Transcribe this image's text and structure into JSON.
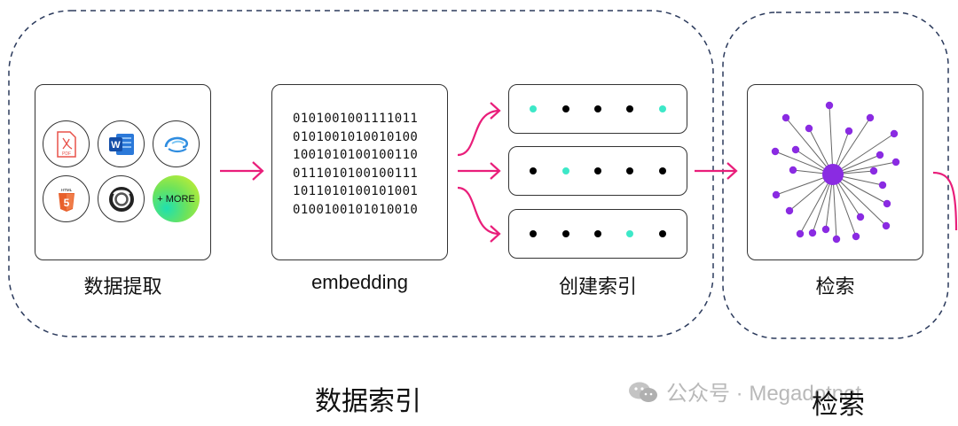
{
  "groups": {
    "indexing_title": "数据索引",
    "retrieval_title": "检索"
  },
  "steps": {
    "extract_label": "数据提取",
    "embedding_label": "embedding",
    "index_label": "创建索引",
    "retrieve_label": "检索"
  },
  "file_icons": [
    {
      "name": "pdf-icon",
      "text": "PDF"
    },
    {
      "name": "word-icon",
      "text": "W"
    },
    {
      "name": "cloud-icon",
      "text": ""
    },
    {
      "name": "html5-icon",
      "text": "5",
      "caption": "HTML"
    },
    {
      "name": "json-icon",
      "text": ""
    },
    {
      "name": "more-icon",
      "text": "+ MORE"
    }
  ],
  "binary_lines": [
    "0101001001111011",
    "0101001010010100",
    "1001010100100110",
    "0111010100100111",
    "1011010100101001",
    "0100100101010010"
  ],
  "index_rows": [
    {
      "highlighted": [
        0,
        4
      ]
    },
    {
      "highlighted": [
        1
      ]
    },
    {
      "highlighted": [
        3
      ]
    }
  ],
  "watermark": "公众号 · Megadotnet",
  "colors": {
    "arrow": "#e91e7a",
    "dashed_border": "#2b3a5c",
    "highlight_dot": "#3de8c8",
    "node": "#8a2be2"
  }
}
